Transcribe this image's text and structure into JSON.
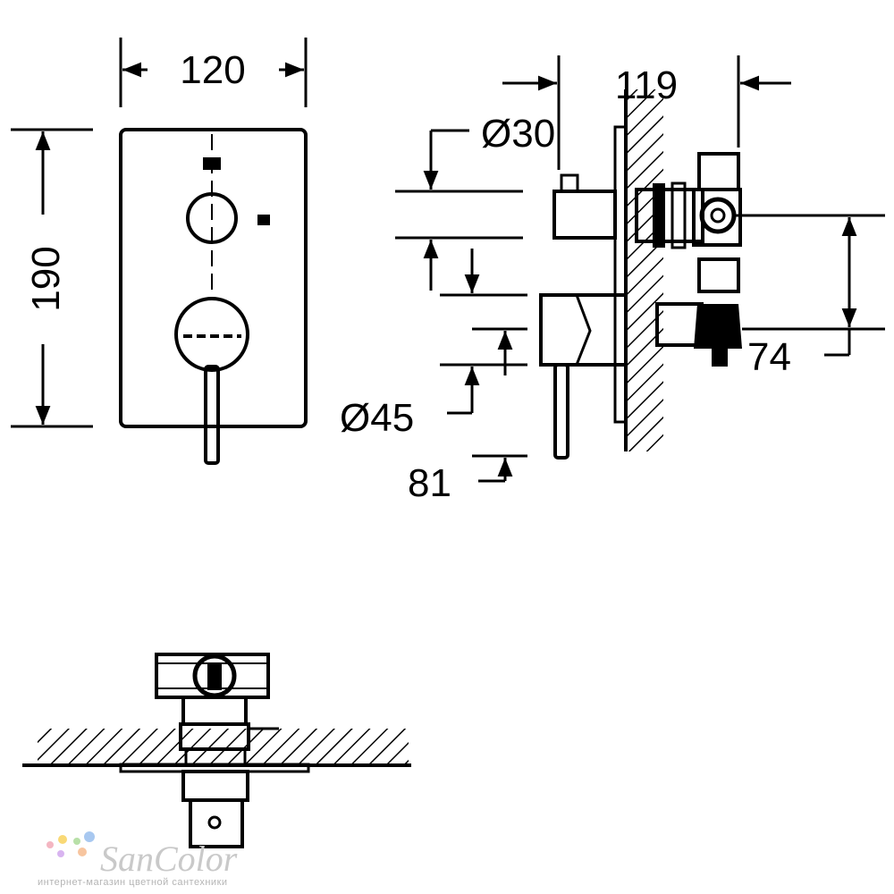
{
  "dimensions": {
    "width": "120",
    "height": "190",
    "wall_depth": "119",
    "diverter_diameter": "Ø30",
    "handle_diameter": "Ø45",
    "handle_projection": "81",
    "outlet_spacing": "74"
  },
  "watermark": {
    "brand": "SanColor",
    "tagline": "интернет-магазин цветной сантехники",
    "dot_colors": [
      "#f4b6c2",
      "#f9d976",
      "#b8e0a8",
      "#a8c8f0",
      "#d8b4f0",
      "#f7c59f"
    ]
  }
}
